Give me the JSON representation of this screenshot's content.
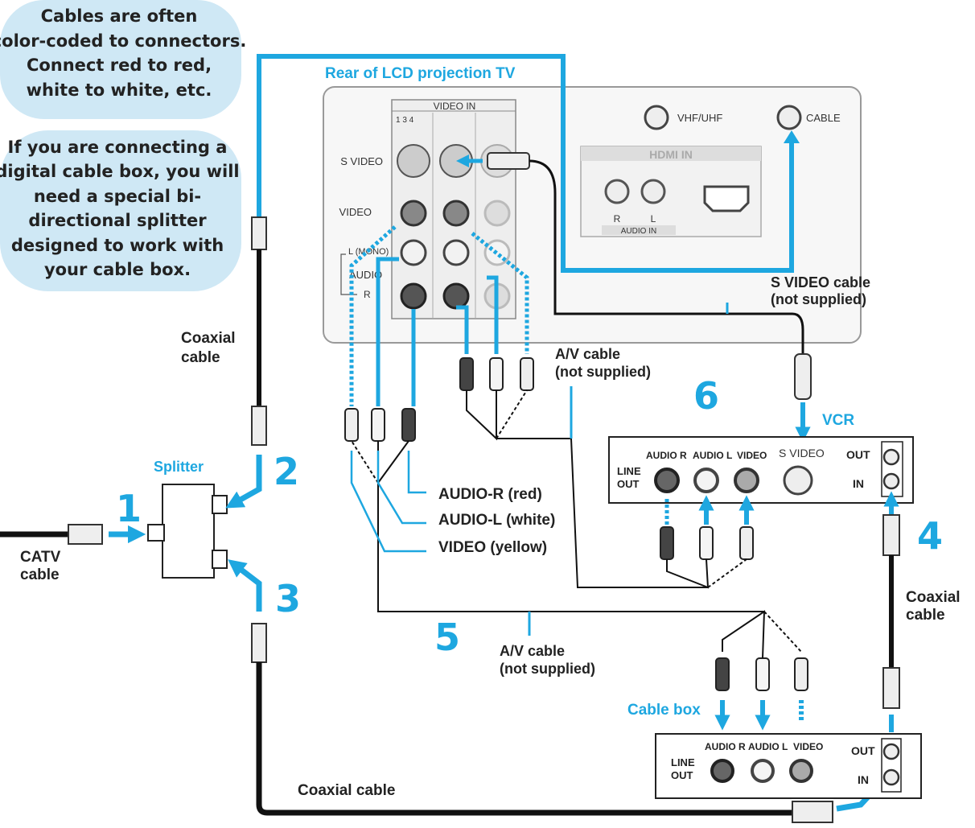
{
  "notes": {
    "color_coding": [
      "Cables are often",
      "color-coded to connectors.",
      "Connect red to red,",
      "white to white, etc."
    ],
    "digital_box": [
      "If you are connecting a",
      "digital cable box, you will",
      "need a special bi-",
      "directional splitter",
      "designed to work with",
      "your cable box."
    ]
  },
  "tv": {
    "title": "Rear of LCD projection TV",
    "video_in": "VIDEO IN",
    "input_numbers": "1 3 4",
    "s_video": "S VIDEO",
    "video": "VIDEO",
    "audio_l": "L (MONO)",
    "audio": "AUDIO",
    "audio_r": "R",
    "vhf_uhf": "VHF/UHF",
    "cable": "CABLE",
    "hdmi_in": "HDMI IN",
    "hdmi_audio_r": "R",
    "hdmi_audio_l": "L",
    "hdmi_audio_in": "AUDIO IN"
  },
  "labels": {
    "coaxial_cable_1": [
      "Coaxial",
      "cable"
    ],
    "splitter": "Splitter",
    "catv_cable": [
      "CATV",
      "cable"
    ],
    "svideo_cable": [
      "S VIDEO cable",
      "(not supplied)"
    ],
    "av_cable_top": [
      "A/V cable",
      "(not supplied)"
    ],
    "audio_r_red": "AUDIO-R (red)",
    "audio_l_white": "AUDIO-L (white)",
    "video_yellow": "VIDEO (yellow)",
    "av_cable_bottom": [
      "A/V cable",
      "(not supplied)"
    ],
    "coaxial_cable_right": [
      "Coaxial",
      "cable"
    ],
    "coaxial_cable_bottom": "Coaxial cable",
    "cable_box": "Cable box",
    "vcr": "VCR"
  },
  "vcr": {
    "audio_r": "AUDIO R",
    "audio_l": "AUDIO L",
    "video": "VIDEO",
    "s_video": "S VIDEO",
    "line_out": [
      "LINE",
      "OUT"
    ],
    "out": "OUT",
    "in": "IN"
  },
  "cable_box": {
    "audio_r": "AUDIO R",
    "audio_l": "AUDIO L",
    "video": "VIDEO",
    "line_out": [
      "LINE",
      "OUT"
    ],
    "out": "OUT",
    "in": "IN"
  },
  "steps": [
    "1",
    "2",
    "3",
    "4",
    "5",
    "6"
  ],
  "colors": {
    "accent": "#1ea7e0",
    "bubble": "#cfe8f5",
    "cable": "#222222"
  }
}
